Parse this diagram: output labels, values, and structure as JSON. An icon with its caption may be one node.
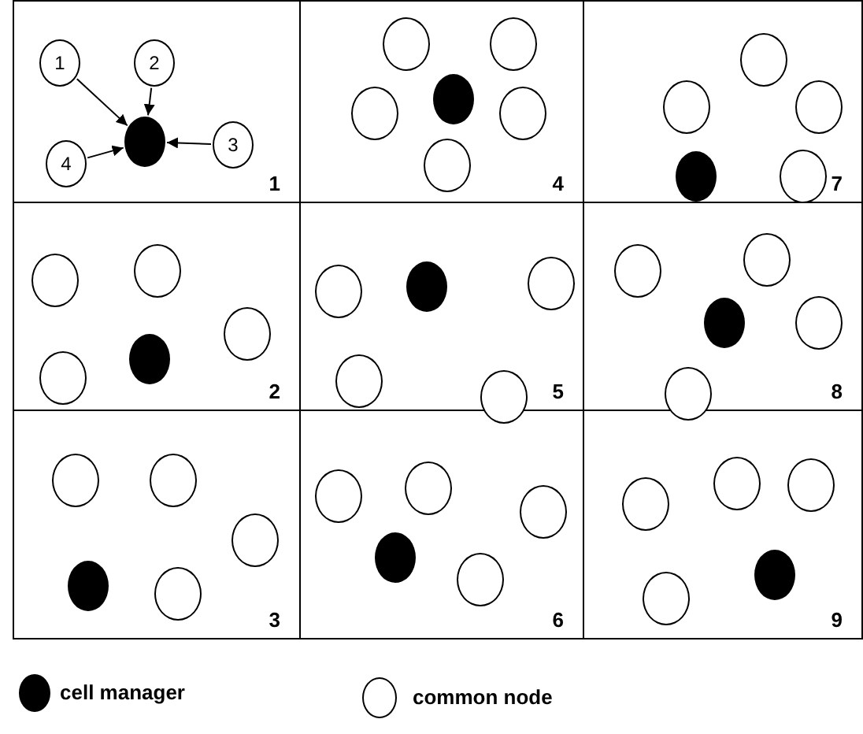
{
  "diagram": {
    "nodes": [
      {
        "text": [
          "1"
        ]
      },
      {
        "text": [
          "1"
        ],
        "in": 0
      },
      {
        "text": [
          "2"
        ],
        "in": 0
      },
      {
        "text": [
          "3"
        ],
        "in": 0
      },
      {
        "text": [
          "4"
        ],
        "in": 0
      },
      {
        "text": [],
        "shape": "circle",
        "in": 0
      },
      {
        "text": [
          "4"
        ]
      },
      {
        "text": [],
        "shape": "circle",
        "in": 6
      },
      {
        "text": [],
        "shape": "circle",
        "in": 6
      },
      {
        "text": [],
        "shape": "circle",
        "in": 6
      },
      {
        "text": [],
        "shape": "circle",
        "in": 6
      },
      {
        "text": [],
        "shape": "circle",
        "in": 6
      },
      {
        "text": [],
        "shape": "circle",
        "in": 6
      },
      {
        "text": [
          "7"
        ]
      },
      {
        "text": [],
        "shape": "circle",
        "in": 13
      },
      {
        "text": [],
        "shape": "circle",
        "in": 13
      },
      {
        "text": [],
        "shape": "circle",
        "in": 13
      },
      {
        "text": [],
        "shape": "circle",
        "in": 13
      },
      {
        "text": [],
        "shape": "circle",
        "in": 13
      },
      {
        "text": [
          "2"
        ]
      },
      {
        "text": [],
        "shape": "circle",
        "in": 19
      },
      {
        "text": [],
        "shape": "circle",
        "in": 19
      },
      {
        "text": [],
        "shape": "circle",
        "in": 19
      },
      {
        "text": [],
        "shape": "circle",
        "in": 19
      },
      {
        "text": [],
        "shape": "circle",
        "in": 19
      },
      {
        "text": [
          "5"
        ]
      },
      {
        "text": [],
        "shape": "circle",
        "in": 25
      },
      {
        "text": [],
        "shape": "circle",
        "in": 25
      },
      {
        "text": [],
        "shape": "circle",
        "in": 25
      },
      {
        "text": [],
        "shape": "circle",
        "in": 25
      },
      {
        "text": [],
        "shape": "circle",
        "in": 25
      },
      {
        "text": [
          "8"
        ]
      },
      {
        "text": [],
        "shape": "circle",
        "in": 31
      },
      {
        "text": [],
        "shape": "circle",
        "in": 31
      },
      {
        "text": [],
        "shape": "circle",
        "in": 31
      },
      {
        "text": [],
        "shape": "circle",
        "in": 31
      },
      {
        "text": [],
        "shape": "circle",
        "in": 31
      },
      {
        "text": [
          "3"
        ]
      },
      {
        "text": [],
        "shape": "circle",
        "in": 37
      },
      {
        "text": [],
        "shape": "circle",
        "in": 37
      },
      {
        "text": [],
        "shape": "circle",
        "in": 37
      },
      {
        "text": [],
        "shape": "circle",
        "in": 37
      },
      {
        "text": [],
        "shape": "circle",
        "in": 37
      },
      {
        "text": [
          "6"
        ]
      },
      {
        "text": [],
        "shape": "circle",
        "in": 43
      },
      {
        "text": [],
        "shape": "circle",
        "in": 43
      },
      {
        "text": [],
        "shape": "circle",
        "in": 43
      },
      {
        "text": [],
        "shape": "circle",
        "in": 43
      },
      {
        "text": [],
        "shape": "circle",
        "in": 43
      },
      {
        "text": [
          "9"
        ]
      },
      {
        "text": [],
        "shape": "circle",
        "in": 49
      },
      {
        "text": [],
        "shape": "circle",
        "in": 49
      },
      {
        "text": [],
        "shape": "circle",
        "in": 49
      },
      {
        "text": [],
        "shape": "circle",
        "in": 49
      },
      {
        "text": [],
        "shape": "circle",
        "in": 49
      }
    ],
    "edges": [
      {
        "from": 1,
        "to": 5,
        "arrow": "to"
      },
      {
        "from": 2,
        "to": 5,
        "arrow": "to"
      },
      {
        "from": 3,
        "to": 5,
        "arrow": "to"
      },
      {
        "from": 4,
        "to": 5,
        "arrow": "to"
      }
    ],
    "legend": [
      {
        "text": "cell manager"
      },
      {
        "text": "common node"
      }
    ]
  }
}
